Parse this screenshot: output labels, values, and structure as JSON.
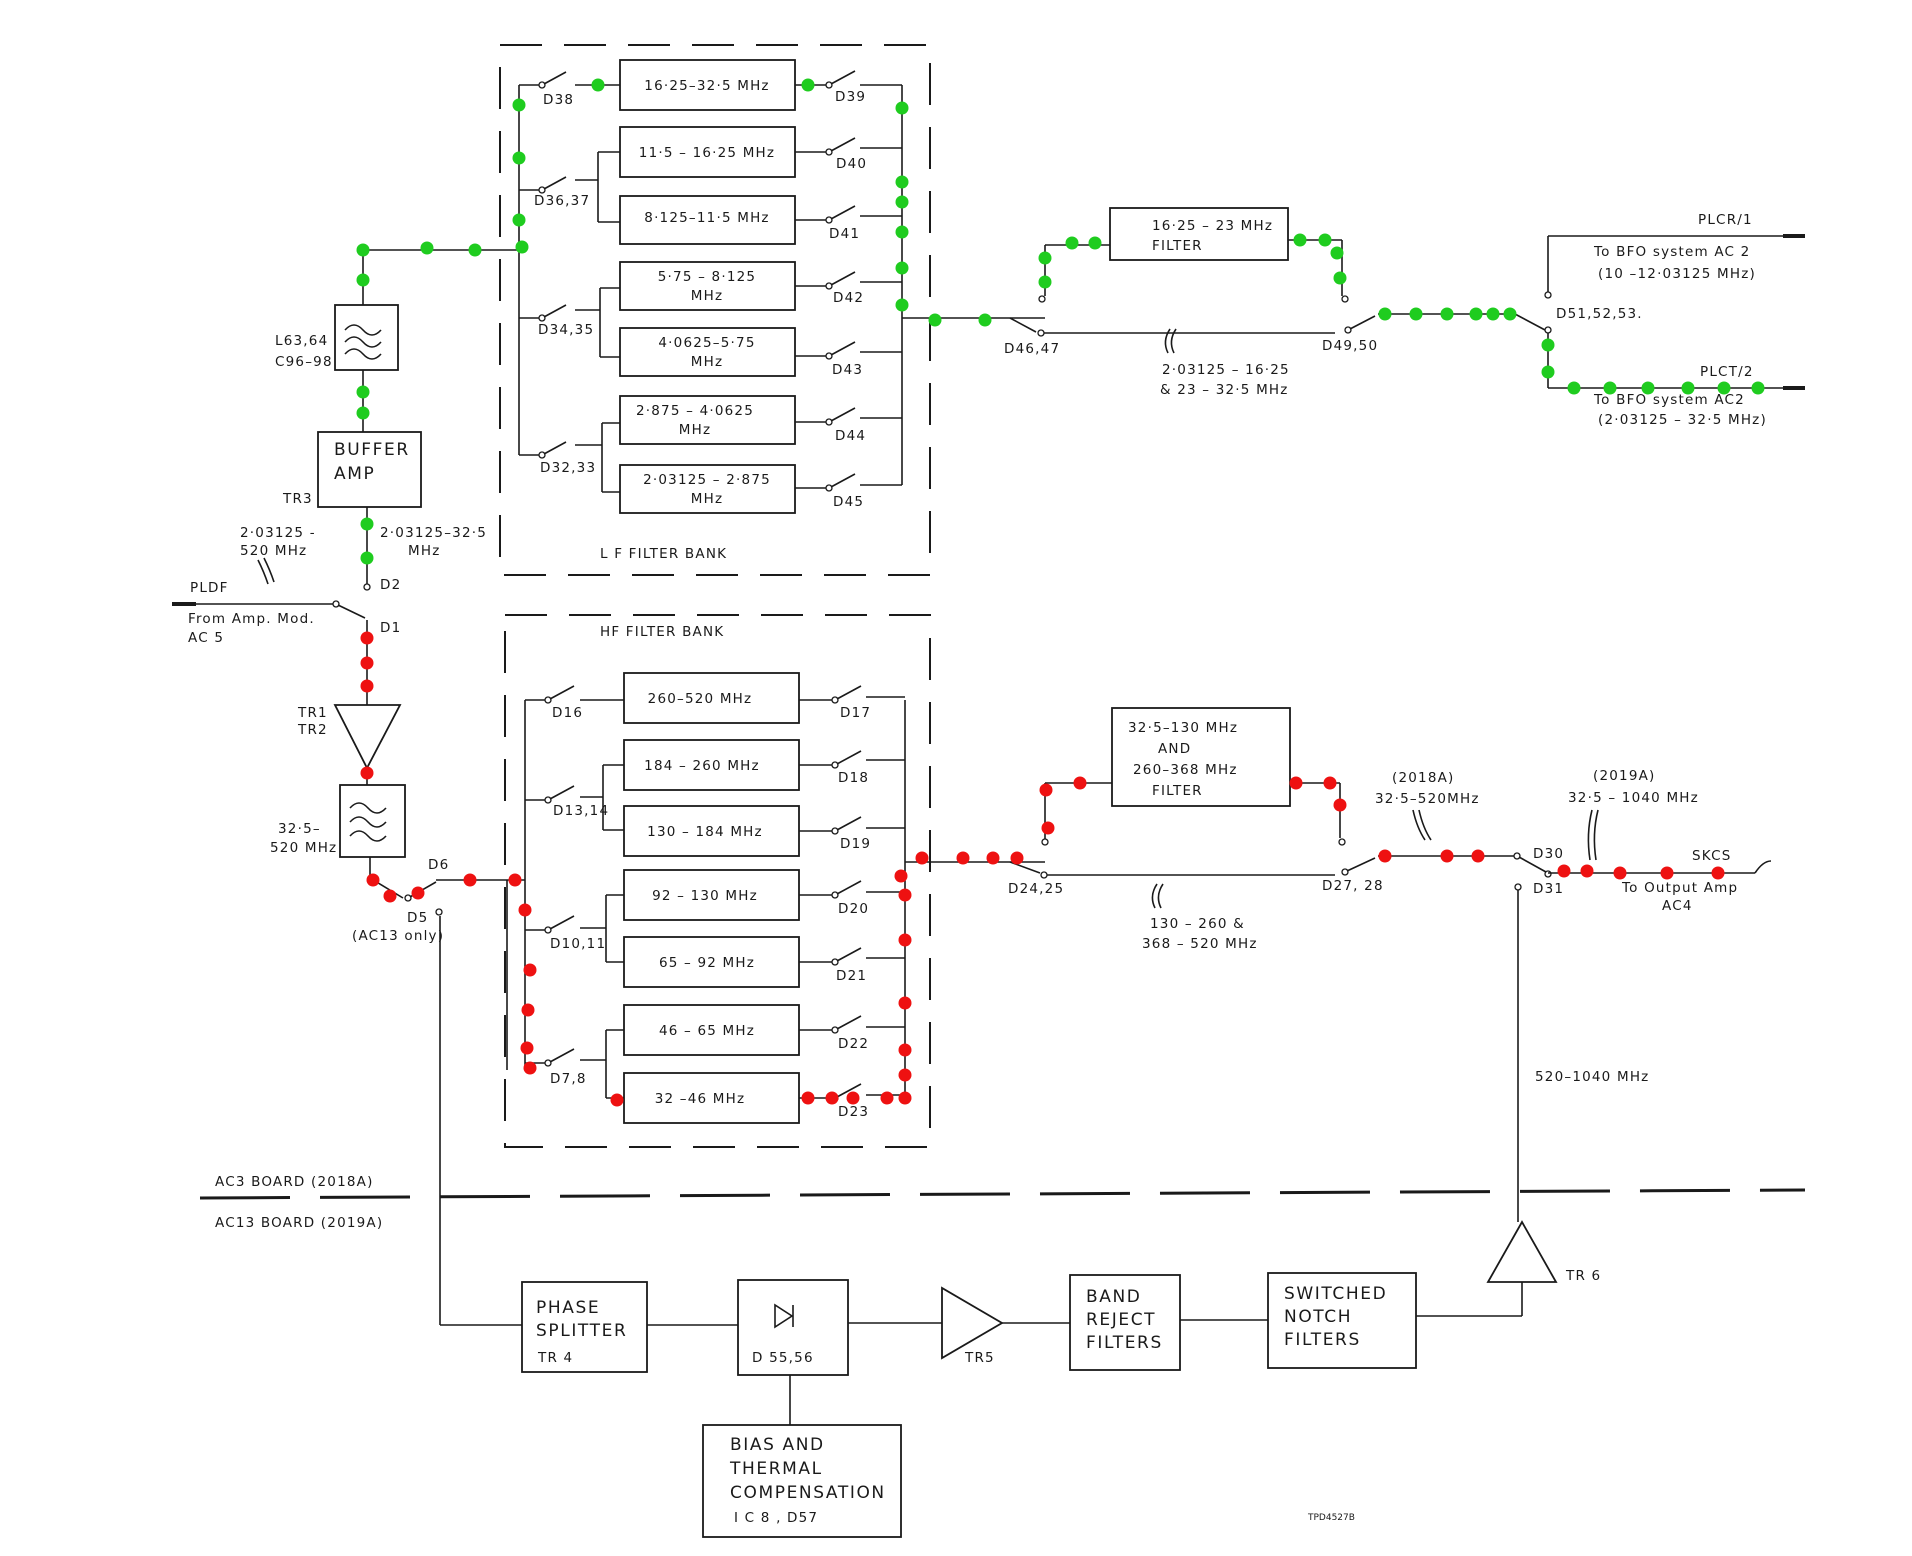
{
  "lf_bank": {
    "title": "L F  FILTER  BANK",
    "filters": [
      {
        "l1": "16·25–32·5 MHz",
        "l2": ""
      },
      {
        "l1": "11·5 – 16·25 MHz",
        "l2": ""
      },
      {
        "l1": "8·125–11·5 MHz",
        "l2": ""
      },
      {
        "l1": "5·75 – 8·125",
        "l2": "MHz"
      },
      {
        "l1": "4·0625–5·75",
        "l2": "MHz"
      },
      {
        "l1": "2·875 – 4·0625",
        "l2": "MHz"
      },
      {
        "l1": "2·03125 – 2·875",
        "l2": "MHz"
      }
    ],
    "in_diodes": [
      "D38",
      "D36,37",
      "D34,35",
      "D32,33"
    ],
    "out_diodes": [
      "D39",
      "D40",
      "D41",
      "D42",
      "D43",
      "D44",
      "D45"
    ]
  },
  "hf_bank": {
    "title": "HF  FILTER  BANK",
    "filters": [
      "260–520 MHz",
      "184 – 260 MHz",
      "130 – 184 MHz",
      "92 – 130 MHz",
      "65 – 92 MHz",
      "46 – 65 MHz",
      "32 –46 MHz"
    ],
    "in_diodes": [
      "D16",
      "D13,14",
      "D10,11",
      "D7,8"
    ],
    "out_diodes": [
      "D17",
      "D18",
      "D19",
      "D20",
      "D21",
      "D22",
      "D23"
    ]
  },
  "lf_path": {
    "filter_l1": "16·25 – 23 MHz",
    "filter_l2": "FILTER",
    "d46": "D46,47",
    "d49": "D49,50",
    "d51": "D51,52,53.",
    "through_l1": "2·03125 – 16·25",
    "through_l2": "& 23 – 32·5  MHz",
    "plcr": "PLCR/1",
    "plcr_to": "To BFO  system  AC 2",
    "plcr_range": "(10 –12·03125  MHz)",
    "plct": "PLCT/2",
    "plct_to": "To BFO system  AC2",
    "plct_range": "(2·03125 – 32·5 MHz)"
  },
  "hf_path": {
    "filter_l1": "32·5–130  MHz",
    "filter_l2": "AND",
    "filter_l3": "260–368 MHz",
    "filter_l4": "FILTER",
    "d24": "D24,25",
    "d27": "D27, 28",
    "d30": "D30",
    "d31": "D31",
    "through_l1": "130 – 260 &",
    "through_l2": "368 – 520 MHz",
    "b2018_l1": "(2018A)",
    "b2018_l2": "32·5–520MHz",
    "b2019_l1": "(2019A)",
    "b2019_l2": "32·5 – 1040 MHz",
    "skcs": "SKCS",
    "out_l1": "To  Output  Amp",
    "out_l2": "AC4",
    "uhf": "520–1040 MHz"
  },
  "left": {
    "l63": "L63,64",
    "c96": "C96–98",
    "buffer_l1": "BUFFER",
    "buffer_l2": "AMP",
    "tr3": "TR3",
    "freq_a_l1": "2·03125 -",
    "freq_a_l2": "520 MHz",
    "freq_b_l1": "2·03125–32·5",
    "freq_b_l2": "MHz",
    "d2": "D2",
    "pldf": "PLDF",
    "from_l1": "From  Amp. Mod.",
    "from_l2": "AC 5",
    "d1": "D1",
    "tr1": "TR1",
    "tr2": "TR2",
    "hp_l1": "32·5–",
    "hp_l2": "520 MHz",
    "d6": "D6",
    "d5": "D5",
    "d5_note": "(AC13 only)"
  },
  "boards": {
    "ac3": "AC3  BOARD  (2018A)",
    "ac13": "AC13  BOARD  (2019A)"
  },
  "lower": {
    "phase_l1": "PHASE",
    "phase_l2": "SPLITTER",
    "tr4": "TR 4",
    "d55": "D 55,56",
    "tr5": "TR5",
    "band_l1": "BAND",
    "band_l2": "REJECT",
    "band_l3": "FILTERS",
    "notch_l1": "SWITCHED",
    "notch_l2": "NOTCH",
    "notch_l3": "FILTERS",
    "tr6": "TR 6",
    "bias_l1": "BIAS  AND",
    "bias_l2": "THERMAL",
    "bias_l3": "COMPENSATION",
    "bias_l4": "I C 8 , D57"
  },
  "ref": "TPD4527B",
  "colors": {
    "lf_path": "#1fcc1f",
    "hf_path": "#ee1111",
    "line": "#1a1a1a"
  }
}
